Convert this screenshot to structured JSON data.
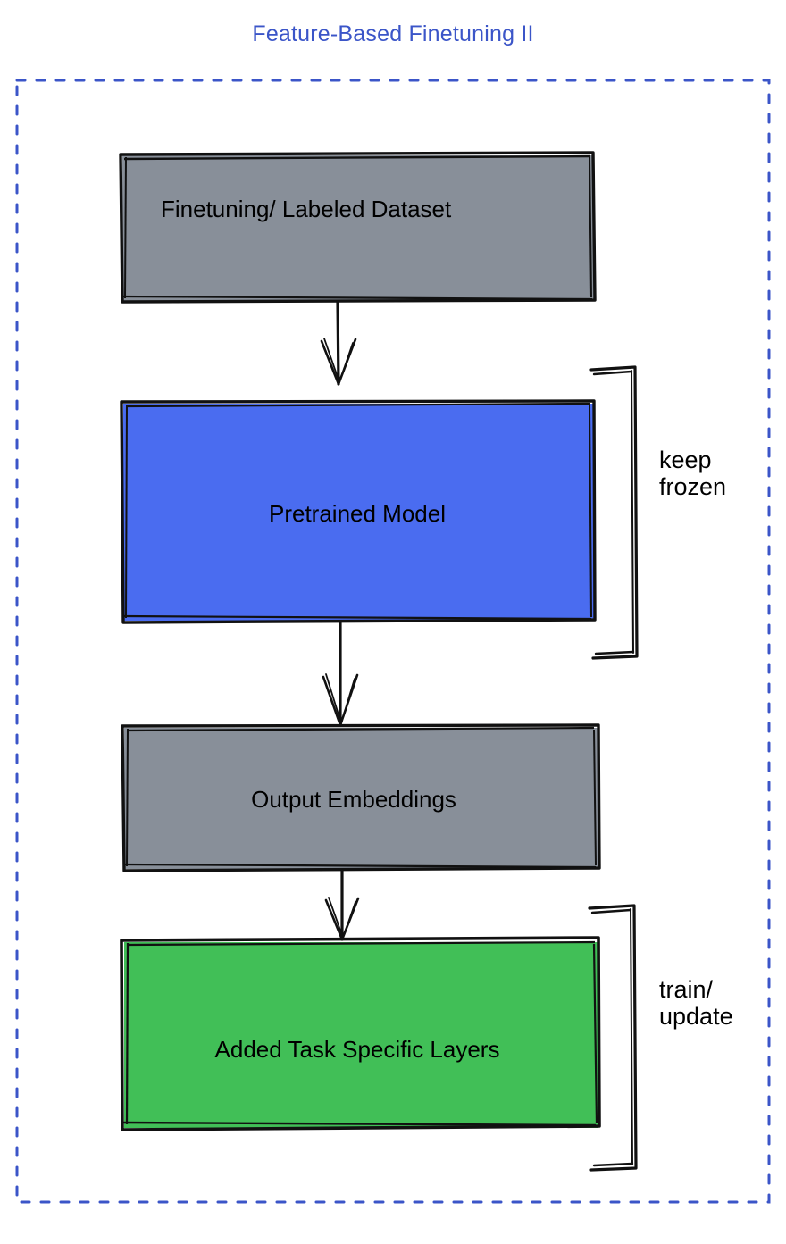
{
  "diagram": {
    "title": "Feature-Based Finetuning II",
    "title_color": "#3b55c8",
    "container_border_color": "#3b55c8",
    "container_border_style": "dashed",
    "background": "#ffffff",
    "nodes": [
      {
        "id": "dataset",
        "label": "Finetuning/ Labeled Dataset",
        "fill": "#888f99",
        "stroke": "#000000",
        "text_align": "left"
      },
      {
        "id": "pretrained",
        "label": "Pretrained Model",
        "fill": "#4a6cf0",
        "stroke": "#000000",
        "text_align": "center"
      },
      {
        "id": "embeddings",
        "label": "Output Embeddings",
        "fill": "#888f99",
        "stroke": "#000000",
        "text_align": "center"
      },
      {
        "id": "task-layers",
        "label": "Added Task Specific Layers",
        "fill": "#41bf57",
        "stroke": "#000000",
        "text_align": "center"
      }
    ],
    "edges": [
      {
        "from": "dataset",
        "to": "pretrained",
        "style": "hand-drawn-arrow"
      },
      {
        "from": "pretrained",
        "to": "embeddings",
        "style": "hand-drawn-arrow"
      },
      {
        "from": "embeddings",
        "to": "task-layers",
        "style": "hand-drawn-arrow"
      }
    ],
    "annotations": [
      {
        "id": "keep-frozen",
        "label": "keep\nfrozen",
        "target": "pretrained",
        "bracket": true
      },
      {
        "id": "train-update",
        "label": "train/\nupdate",
        "target": "task-layers",
        "bracket": true
      }
    ]
  }
}
